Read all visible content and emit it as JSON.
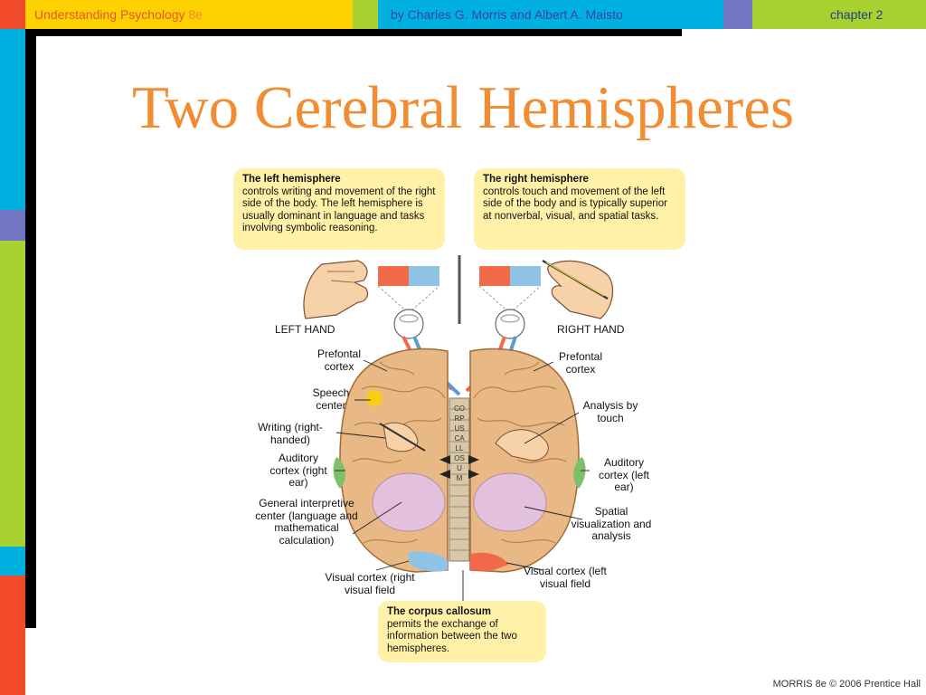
{
  "header": {
    "book_title": "Understanding Psychology",
    "edition": "8e",
    "authors": "by Charles G. Morris and Albert A. Maisto",
    "chapter": "chapter 2"
  },
  "slide": {
    "title": "Two Cerebral Hemispheres"
  },
  "callouts": {
    "left": {
      "heading": "The left hemisphere",
      "body": "controls writing and movement of the right side of the body. The left hemisphere is  usually dominant in language and tasks involving symbolic reasoning."
    },
    "right": {
      "heading": "The right hemisphere",
      "body": "controls touch and movement of the left  side of the body and is typically superior at nonverbal, visual, and spatial tasks."
    },
    "bottom": {
      "heading": "The corpus callosum",
      "body": "permits the exchange of information between the two hemispheres."
    }
  },
  "labels": {
    "left_hand": "LEFT HAND",
    "right_hand": "RIGHT HAND",
    "prefrontal_left": "Prefontal cortex",
    "prefrontal_right": "Prefontal cortex",
    "speech_center": "Speech center",
    "writing": "Writing (right-handed)",
    "auditory_left": "Auditory cortex (right ear)",
    "general_interpretive": "General interpretive center (language and mathematical calculation)",
    "visual_left": "Visual cortex (right visual field",
    "analysis_touch": "Analysis by touch",
    "auditory_right": "Auditory cortex (left ear)",
    "spatial": "Spatial visualization and analysis",
    "visual_right": "Visual cortex (left visual field",
    "corpus_callosum_vertical": "CORPUS CALLOSUM"
  },
  "footer": "MORRIS 8e © 2006 Prentice Hall",
  "colors": {
    "orange": "#f08c32",
    "lime": "#a6d12f",
    "cyan": "#00b0e0",
    "purple": "#7275c2",
    "red": "#f04a2a",
    "yellow": "#fed100",
    "callout": "#fff2a8"
  }
}
